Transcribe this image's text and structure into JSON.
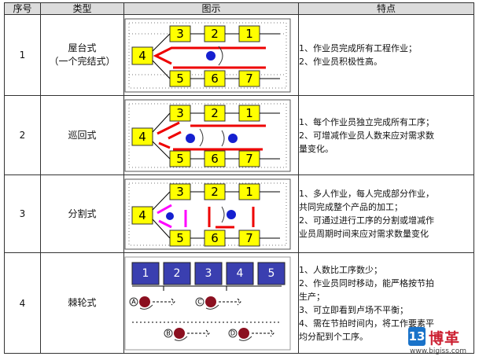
{
  "header": {
    "col_index": "序号",
    "col_type": "类型",
    "col_figure": "图示",
    "col_features": "特点"
  },
  "rows": [
    {
      "index": "1",
      "type_lines": [
        "屋台式",
        "（一个完结式）"
      ],
      "figure_boxes": [
        "3",
        "2",
        "1",
        "4",
        "5",
        "6",
        "7"
      ],
      "features": [
        "1、作业员完成所有工程作业；",
        "2、作业员积极性高。"
      ]
    },
    {
      "index": "2",
      "type_lines": [
        "巡回式"
      ],
      "figure_boxes": [
        "3",
        "2",
        "1",
        "4",
        "5",
        "6",
        "7"
      ],
      "features": [
        "1、每个作业员独立完成所有工序；",
        "2、可增减作业员人数来应对需求数",
        "量变化。"
      ]
    },
    {
      "index": "3",
      "type_lines": [
        "分割式"
      ],
      "figure_boxes": [
        "3",
        "2",
        "1",
        "4",
        "5",
        "6",
        "7"
      ],
      "features": [
        "1、多人作业，每人完成部分作业，",
        "共同完成整个产品的加工；",
        "2、可通过进行工序的分割或增减作",
        "业员周期时间来应对需求数量变化"
      ]
    },
    {
      "index": "4",
      "type_lines": [
        "棘轮式"
      ],
      "figure_boxes": [
        "1",
        "2",
        "3",
        "4",
        "5"
      ],
      "figure_markers": [
        "A",
        "C",
        "B",
        "D"
      ],
      "features": [
        "1、人数比工序数少；",
        "2、作业员同时移动，能严格按节拍",
        "生产；",
        "3、可立即看到卢场不平衡；",
        "4、需在节拍时间内，将工作要素平",
        "均分配到个工序。"
      ]
    }
  ],
  "watermark": {
    "mark": "13",
    "name": "博革",
    "url": "www.bigiss.com"
  }
}
